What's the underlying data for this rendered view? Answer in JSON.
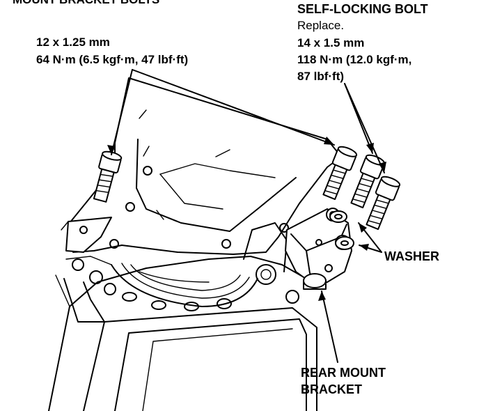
{
  "labels": {
    "top_cut": "MOUNT BRACKET BOLTS",
    "self_locking_title": "SELF-LOCKING BOLT",
    "replace": "Replace.",
    "size_right": "14 x 1.5 mm",
    "torque_right_1": "118 N·m (12.0 kgf·m,",
    "torque_right_2": "87 lbf·ft)",
    "size_left": "12 x 1.25 mm",
    "torque_left": "64 N·m (6.5 kgf·m, 47 lbf·ft)",
    "washer": "WASHER",
    "bracket_1": "REAR MOUNT",
    "bracket_2": "BRACKET"
  },
  "colors": {
    "ink": "#000000",
    "paper": "#ffffff"
  }
}
